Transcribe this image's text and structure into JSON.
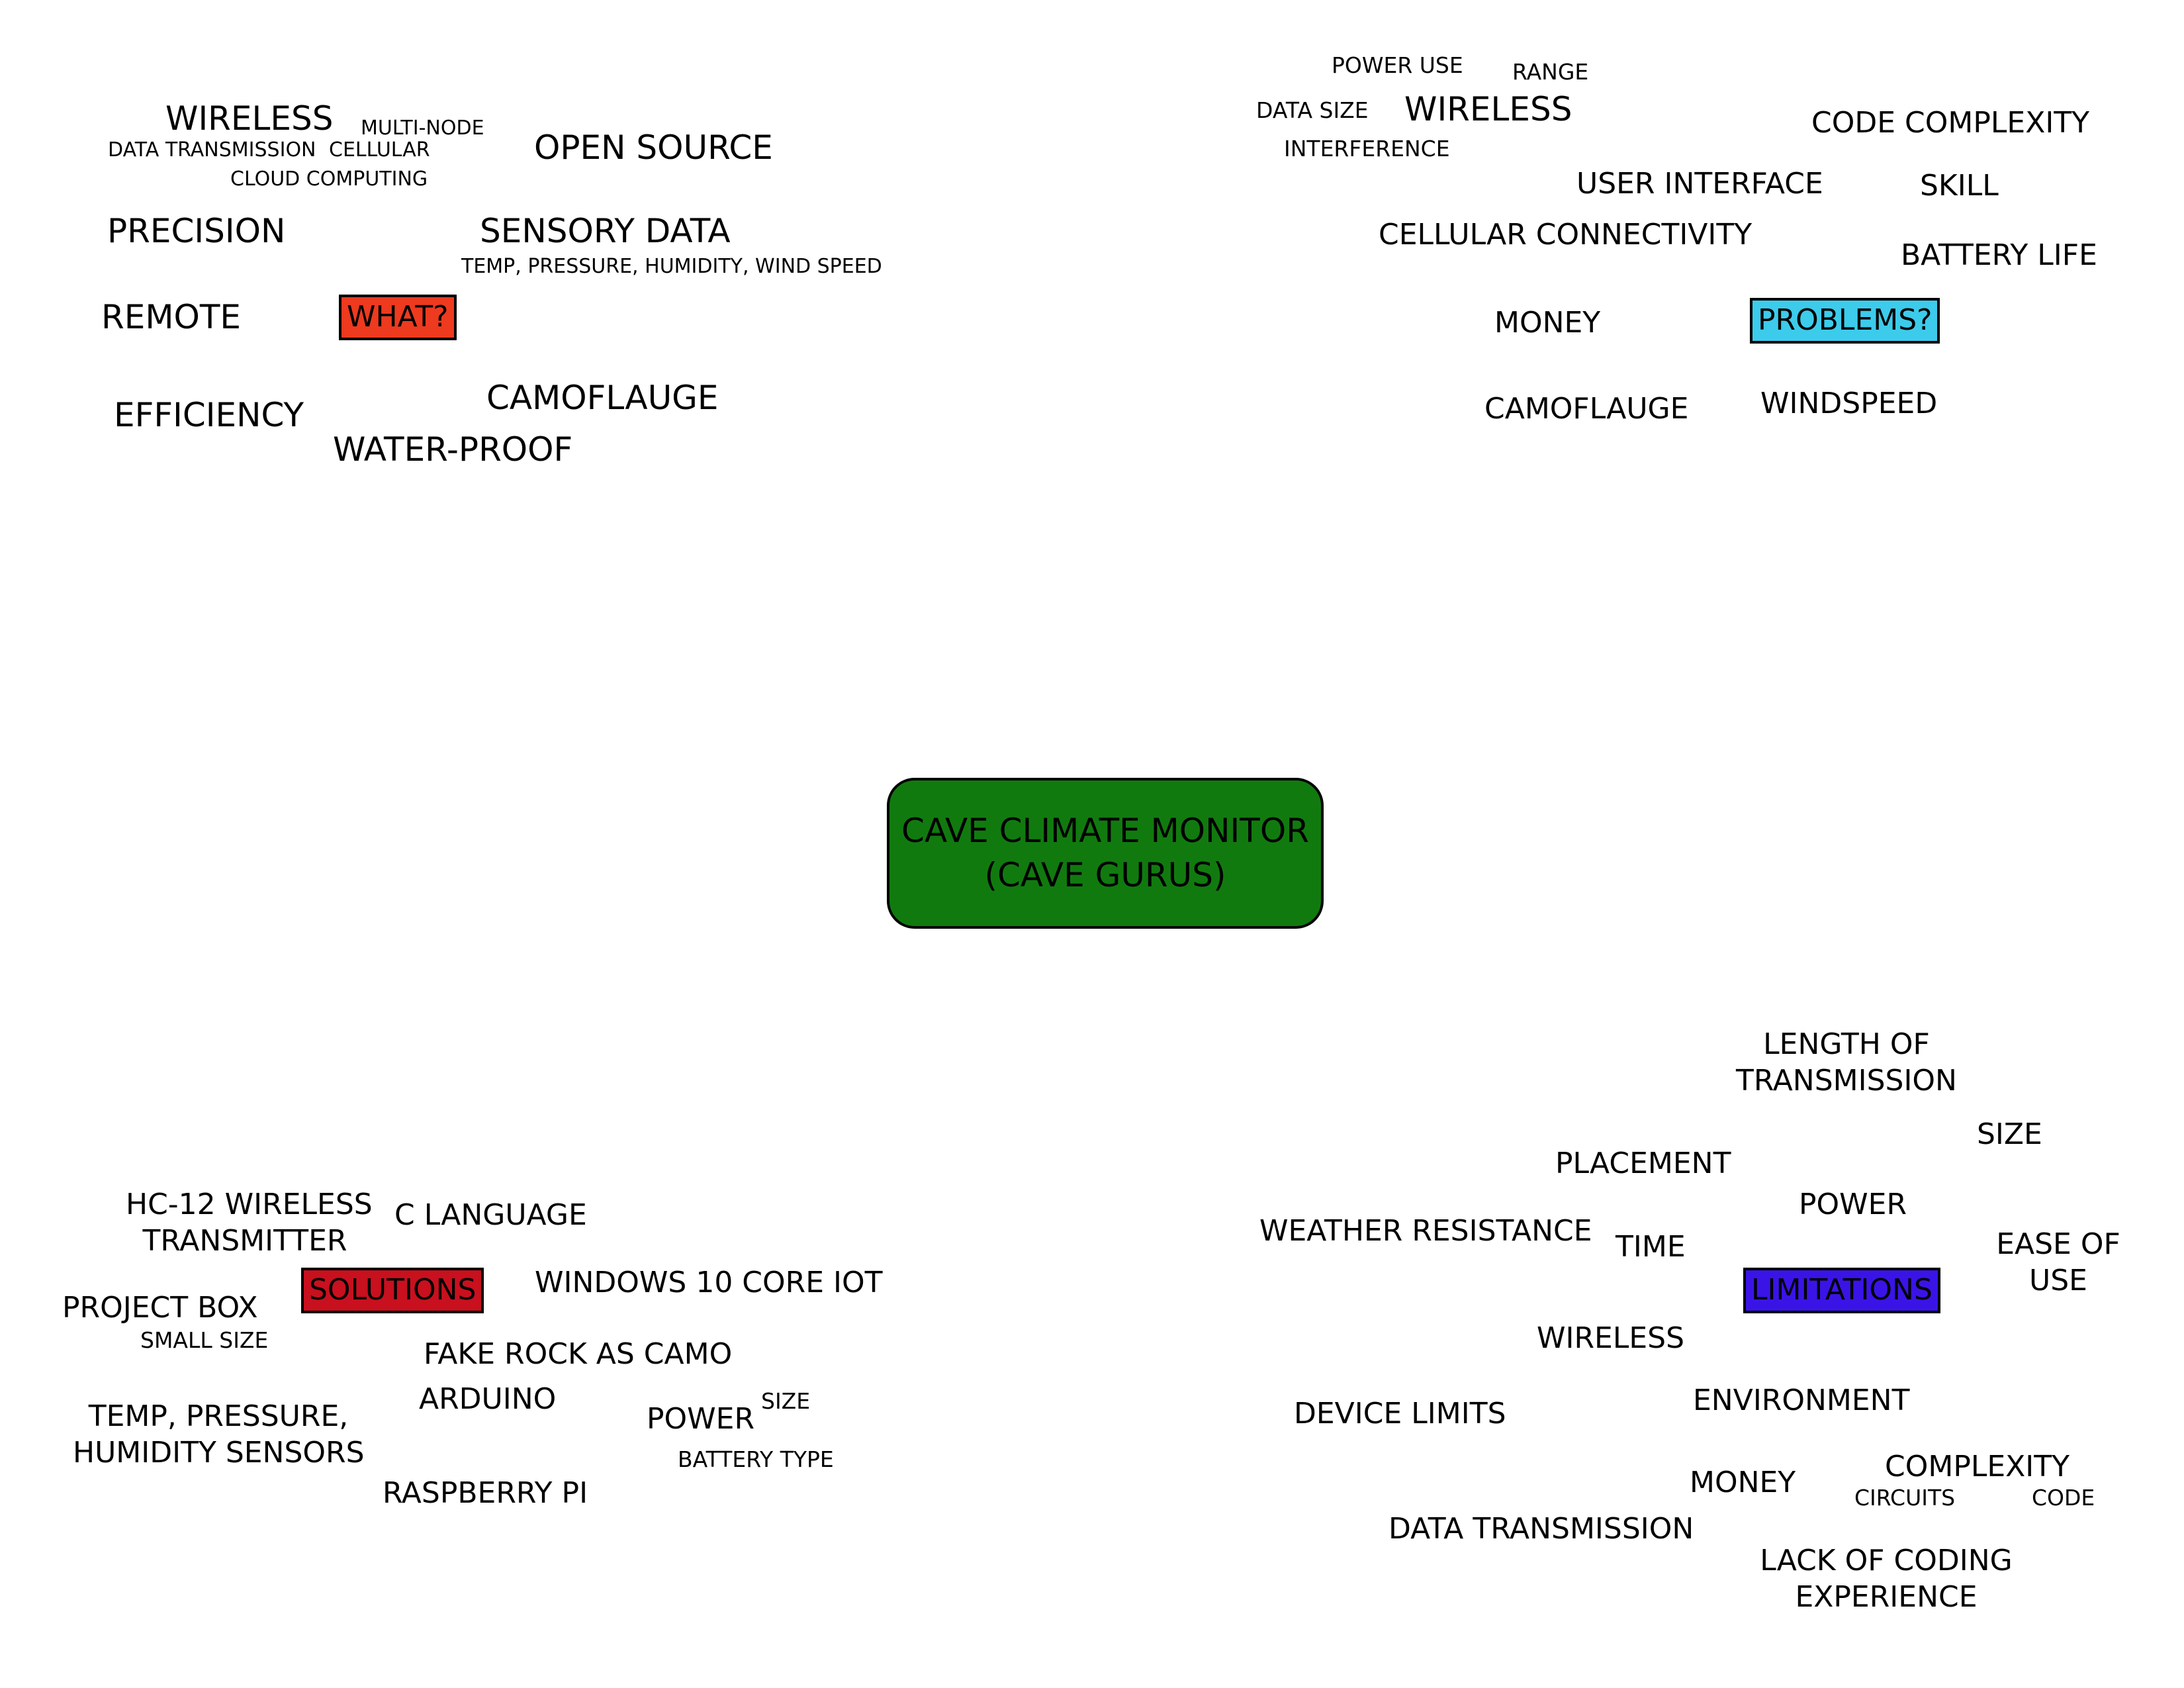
{
  "center": {
    "title": "CAVE CLIMATE MONITOR",
    "subtitle": "(CAVE GURUS)",
    "color": "#117a0f"
  },
  "what": {
    "label": "WHAT?",
    "color": "#ee3a1e",
    "items": {
      "wireless": "WIRELESS",
      "multi_node": "MULTI-NODE",
      "data_transmission": "DATA TRANSMISSION",
      "cellular": "CELLULAR",
      "cloud_computing": "CLOUD COMPUTING",
      "open_source": "OPEN SOURCE",
      "precision": "PRECISION",
      "sensory_data": "SENSORY DATA",
      "sensory_detail": "TEMP, PRESSURE, HUMIDITY, WIND SPEED",
      "remote": "REMOTE",
      "efficiency": "EFFICIENCY",
      "camoflauge": "CAMOFLAUGE",
      "water_proof": "WATER-PROOF"
    }
  },
  "problems": {
    "label": "PROBLEMS?",
    "color": "#3ccbeb",
    "items": {
      "power_use": "POWER USE",
      "range": "RANGE",
      "data_size": "DATA SIZE",
      "wireless": "WIRELESS",
      "interference": "INTERFERENCE",
      "code_complexity": "CODE COMPLEXITY",
      "user_interface": "USER INTERFACE",
      "skill": "SKILL",
      "cellular_connectivity": "CELLULAR CONNECTIVITY",
      "battery_life": "BATTERY LIFE",
      "money": "MONEY",
      "camoflauge": "CAMOFLAUGE",
      "windspeed": "WINDSPEED"
    }
  },
  "solutions": {
    "label": "SOLUTIONS",
    "color": "#c8101e",
    "items": {
      "hc12_line1": "HC-12 WIRELESS",
      "hc12_line2": "TRANSMITTER",
      "c_language": "C LANGUAGE",
      "windows_iot": "WINDOWS 10 CORE IOT",
      "project_box": "PROJECT BOX",
      "small_size": "SMALL SIZE",
      "fake_rock": "FAKE ROCK AS CAMO",
      "arduino": "ARDUINO",
      "sensors_line1": "TEMP, PRESSURE,",
      "sensors_line2": "HUMIDITY SENSORS",
      "power": "POWER",
      "size": "SIZE",
      "battery_type": "BATTERY TYPE",
      "raspberry_pi": "RASPBERRY PI"
    }
  },
  "limitations": {
    "label": "LIMITATIONS",
    "color": "#3a14e6",
    "items": {
      "length_line1": "LENGTH OF",
      "length_line2": "TRANSMISSION",
      "size": "SIZE",
      "placement": "PLACEMENT",
      "power": "POWER",
      "weather_resistance": "WEATHER RESISTANCE",
      "time": "TIME",
      "ease_line1": "EASE OF",
      "ease_line2": "USE",
      "wireless": "WIRELESS",
      "device_limits": "DEVICE LIMITS",
      "environment": "ENVIRONMENT",
      "money": "MONEY",
      "complexity": "COMPLEXITY",
      "circuits": "CIRCUITS",
      "code": "CODE",
      "data_transmission": "DATA TRANSMISSION",
      "coding_line1": "LACK OF CODING",
      "coding_line2": "EXPERIENCE"
    }
  }
}
